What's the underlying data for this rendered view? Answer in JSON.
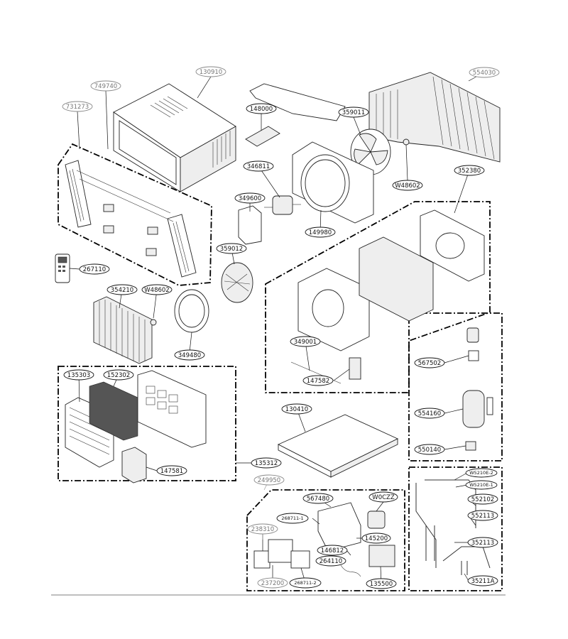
{
  "labels": {
    "p130910": "130910",
    "p749740": "749740",
    "p731273": "731273",
    "p148000": "148000",
    "p359011": "359011",
    "p554030": "554030",
    "p346811": "346811",
    "pW48602a": "W48602",
    "p352380": "352380",
    "p349600": "349600",
    "p149980": "149980",
    "p359012": "359012",
    "p267110": "267110",
    "p354210": "354210",
    "pW48602b": "W48602",
    "p349480": "349480",
    "p349001": "349001",
    "p147582": "147582",
    "p567502": "567502",
    "p554160": "554160",
    "p550140": "550140",
    "p135303": "135303",
    "p152302": "152302",
    "p130410": "130410",
    "p147581": "147581",
    "p135312": "135312",
    "p249950": "249950",
    "p567480": "567480",
    "pW0CZZ": "W0CZZ",
    "p268711a": "268711-1",
    "p238310": "238310",
    "p145200": "145200",
    "p146812": "146812",
    "p264110": "264110",
    "p237200": "237200",
    "p268711b": "268711-2",
    "p135500": "135500",
    "pW5210E2": "W5210E-2",
    "pW5210E1": "W5210E-1",
    "p552102": "552102",
    "p552113": "552113",
    "p352113": "352113",
    "p35211A": "35211A"
  }
}
